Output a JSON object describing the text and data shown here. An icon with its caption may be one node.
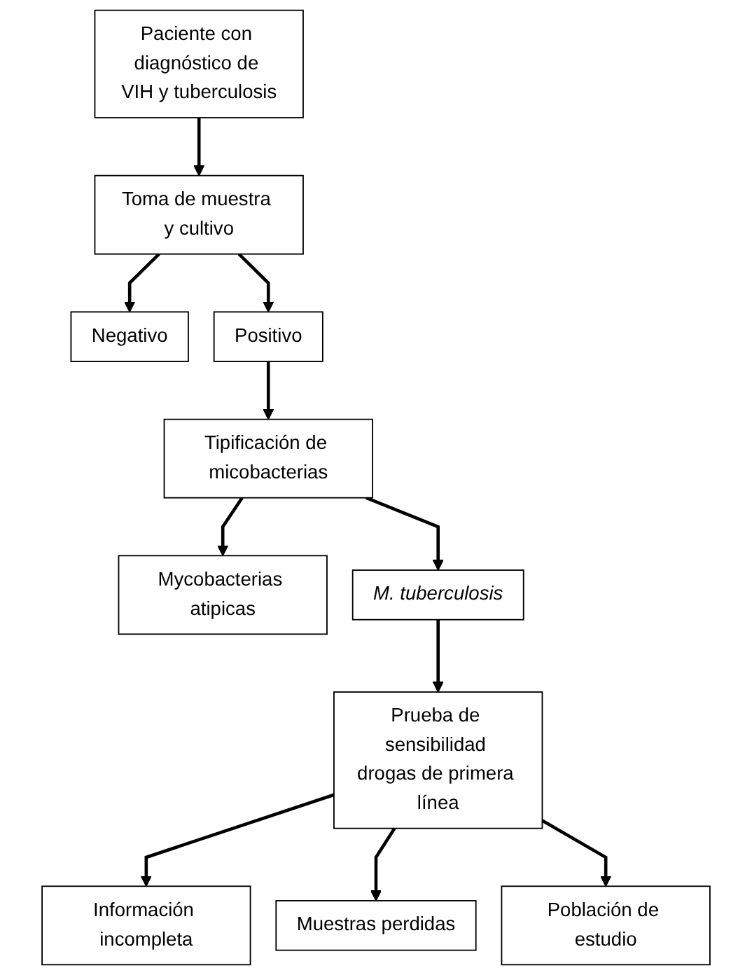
{
  "diagram": {
    "nodes": [
      {
        "text": [
          "Paciente con diagnóstico de VIH y tuberculosis"
        ]
      },
      {
        "text": [
          "Toma de muestra y cultivo"
        ]
      },
      {
        "text": [
          "Negativo"
        ]
      },
      {
        "text": [
          "Positivo"
        ]
      },
      {
        "text": [
          "Tipificación de micobacterias"
        ]
      },
      {
        "text": [
          "Mycobacterias atipicas"
        ]
      },
      {
        "text": [
          "M. tuberculosis"
        ]
      },
      {
        "text": [
          "Prueba de sensibilidad drogas de primera línea"
        ]
      },
      {
        "text": [
          "Información incompleta"
        ]
      },
      {
        "text": [
          "Muestras perdidas"
        ]
      },
      {
        "text": [
          "Población de estudio"
        ]
      }
    ],
    "edges": [
      {
        "from": 0,
        "to": 1,
        "arrow": "to"
      },
      {
        "from": 1,
        "to": 2,
        "arrow": "to"
      },
      {
        "from": 1,
        "to": 3,
        "arrow": "to"
      },
      {
        "from": 3,
        "to": 4,
        "arrow": "to"
      },
      {
        "from": 4,
        "to": 5,
        "arrow": "to"
      },
      {
        "from": 4,
        "to": 6,
        "arrow": "to"
      },
      {
        "from": 6,
        "to": 7,
        "arrow": "to"
      },
      {
        "from": 7,
        "to": 8,
        "arrow": "to"
      },
      {
        "from": 7,
        "to": 9,
        "arrow": "to"
      },
      {
        "from": 7,
        "to": 10,
        "arrow": "to"
      }
    ]
  }
}
